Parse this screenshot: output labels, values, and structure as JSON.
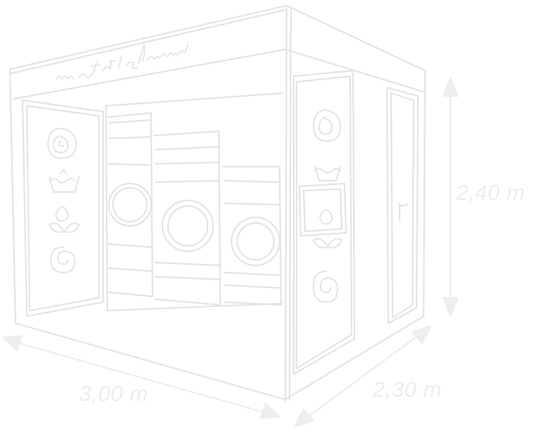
{
  "dimensions": {
    "height_label": "2,40 m",
    "width_label": "3,00 m",
    "depth_label": "2,30 m"
  },
  "signage": {
    "brand_script": "ma petite laverie"
  },
  "colors": {
    "background": "#ffffff",
    "sketch_line": "#e4e4e4",
    "label_text": "#ededed"
  },
  "icons": [
    "laundry-swirl-icon",
    "wash-basin-icon",
    "cotton-flower-icon",
    "spiral-icon",
    "cotton-flower-icon"
  ]
}
